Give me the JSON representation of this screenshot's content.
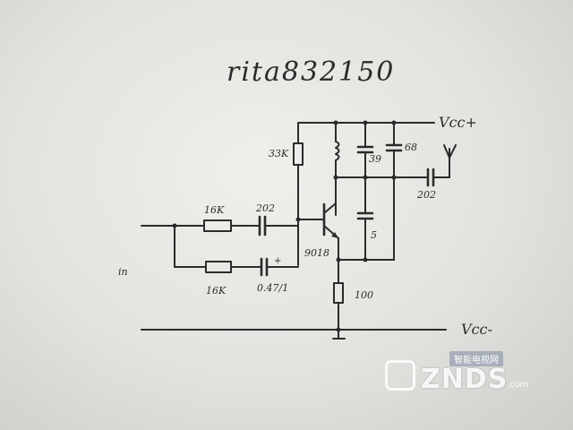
{
  "title": "rita832150",
  "labels": {
    "vcc_plus": "Vcc+",
    "vcc_minus": "Vcc-",
    "input": "in",
    "r_bias": "33K",
    "c1": "39",
    "c2": "68",
    "c_out": "202",
    "c_in1": "202",
    "c_in2": "0.47/1",
    "r_in1": "16K",
    "r_in2": "16K",
    "c_ce": "5",
    "transistor": "9018",
    "r_e": "100"
  },
  "watermark": {
    "top": "智能电视网",
    "main": "ZNDS",
    "suffix": ".com"
  }
}
